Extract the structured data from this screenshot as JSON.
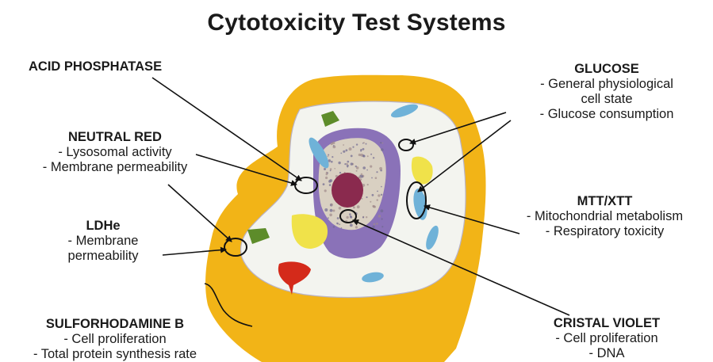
{
  "title": "Cytotoxicity Test Systems",
  "labels": {
    "acid_phosphatase": {
      "heading": "ACID PHOSPHATASE"
    },
    "neutral_red": {
      "heading": "NEUTRAL RED",
      "lines": [
        "- Lysosomal activity",
        "- Membrane permeability"
      ]
    },
    "ldhe": {
      "heading": "LDHe",
      "lines": [
        "- Membrane",
        "permeability"
      ]
    },
    "sulforhodamine": {
      "heading": "SULFORHODAMINE B",
      "lines": [
        "- Cell proliferation",
        "- Total protein synthesis rate"
      ]
    },
    "glucose": {
      "heading": "GLUCOSE",
      "lines": [
        "- General physiological",
        "cell state",
        "- Glucose consumption"
      ]
    },
    "mtt_xtt": {
      "heading": "MTT/XTT",
      "lines": [
        "- Mitochondrial metabolism",
        "- Respiratory toxicity"
      ]
    },
    "cristal_violet": {
      "heading": "CRISTAL VIOLET",
      "lines": [
        "- Cell proliferation",
        "- DNA"
      ]
    }
  },
  "colors": {
    "cytoplasm": "#f2b417",
    "cell_interior": "#f3f4ef",
    "nucleus": "#8a72b8",
    "nucleolus": "#8a2a4e",
    "mitochondria": "#6fb2d8",
    "golgi": "#f0e24a",
    "chloro_green": "#5d8c2a",
    "red_body": "#d42a1a"
  }
}
